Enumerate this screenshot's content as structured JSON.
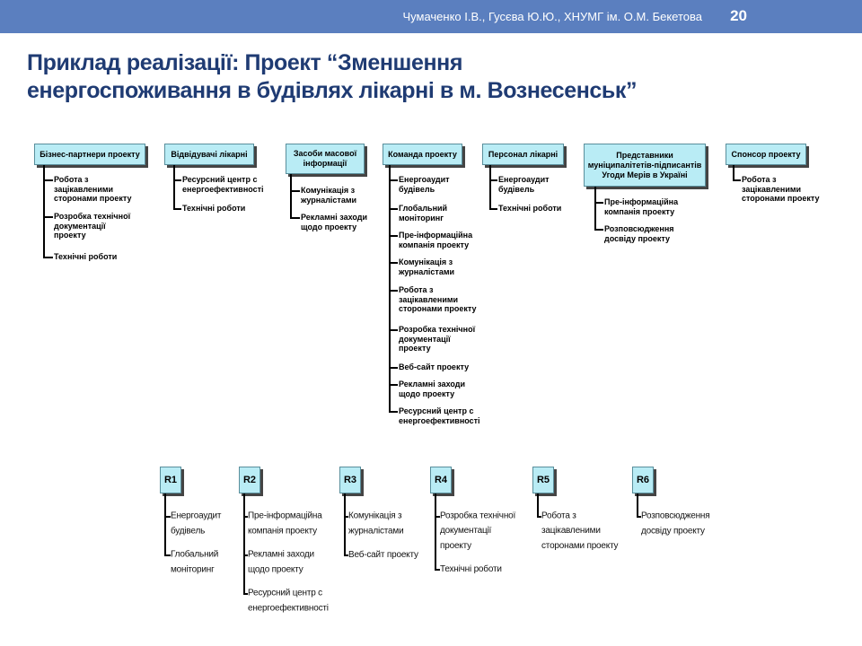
{
  "header": {
    "authors": "Чумаченко І.В., Гусєва Ю.Ю., ХНУМГ ім. О.М. Бекетова",
    "page_number": "20",
    "background_color": "#5b7fbf"
  },
  "title": {
    "line1": "Приклад реалізації: Проект “Зменшення",
    "line2": "енергоспоживання в будівлях лікарні в м. Вознесенськ”",
    "color": "#1f3b73"
  },
  "groups": [
    {
      "label": "Бізнес-партнери проекту",
      "items": [
        "Робота з\nзацікавленими\nсторонами проекту",
        "Розробка технічної\nдокументації\nпроекту",
        "Технічні роботи"
      ]
    },
    {
      "label": "Відвідувачі лікарні",
      "items": [
        "Ресурсний центр с\nенергоефективності",
        "Технічні роботи"
      ]
    },
    {
      "label": "Засоби масової\nінформації",
      "items": [
        "Комунікація з\nжурналістами",
        "Рекламні заходи\nщодо проекту"
      ]
    },
    {
      "label": "Команда проекту",
      "items": [
        "Енергоаудит\nбудівель",
        "Глобальний\nмоніторинг",
        "Пре-інформаційна\nкомпанія проекту",
        "Комунікація з\nжурналістами",
        "Робота з\nзацікавленими\nсторонами проекту",
        "Розробка технічної\nдокументації\nпроекту",
        "Веб-сайт проекту",
        "Рекламні заходи\nщодо проекту",
        "Ресурсний центр с\nенергоефективності"
      ]
    },
    {
      "label": "Персонал лікарні",
      "items": [
        "Енергоаудит\nбудівель",
        "Технічні роботи"
      ]
    },
    {
      "label": "Представники\nмуніципалітетів-підписантів\nУгоди Мерів в Україні",
      "items": [
        "Пре-інформаційна\nкомпанія проекту",
        "Розповсюдження\nдосвіду проекту"
      ]
    },
    {
      "label": "Спонсор проекту",
      "items": [
        "Робота з\nзацікавленими\nсторонами проекту"
      ]
    }
  ],
  "results": [
    {
      "label": "R1",
      "items": [
        "Енергоаудит\nбудівель",
        "Глобальний\nмоніторинг"
      ]
    },
    {
      "label": "R2",
      "items": [
        "Пре-інформаційна\nкомпанія проекту",
        "Рекламні заходи\nщодо проекту",
        "Ресурсний центр с\nенергоефективності"
      ]
    },
    {
      "label": "R3",
      "items": [
        "Комунікація з\nжурналістами",
        "Веб-сайт проекту"
      ]
    },
    {
      "label": "R4",
      "items": [
        "Розробка технічної\nдокументації\nпроекту",
        "Технічні роботи"
      ]
    },
    {
      "label": "R5",
      "items": [
        "Робота з\nзацікавленими\nсторонами проекту"
      ]
    },
    {
      "label": "R6",
      "items": [
        "Розповсюдження\nдосвіду проекту"
      ]
    }
  ],
  "node_color": "#b9ecf5"
}
